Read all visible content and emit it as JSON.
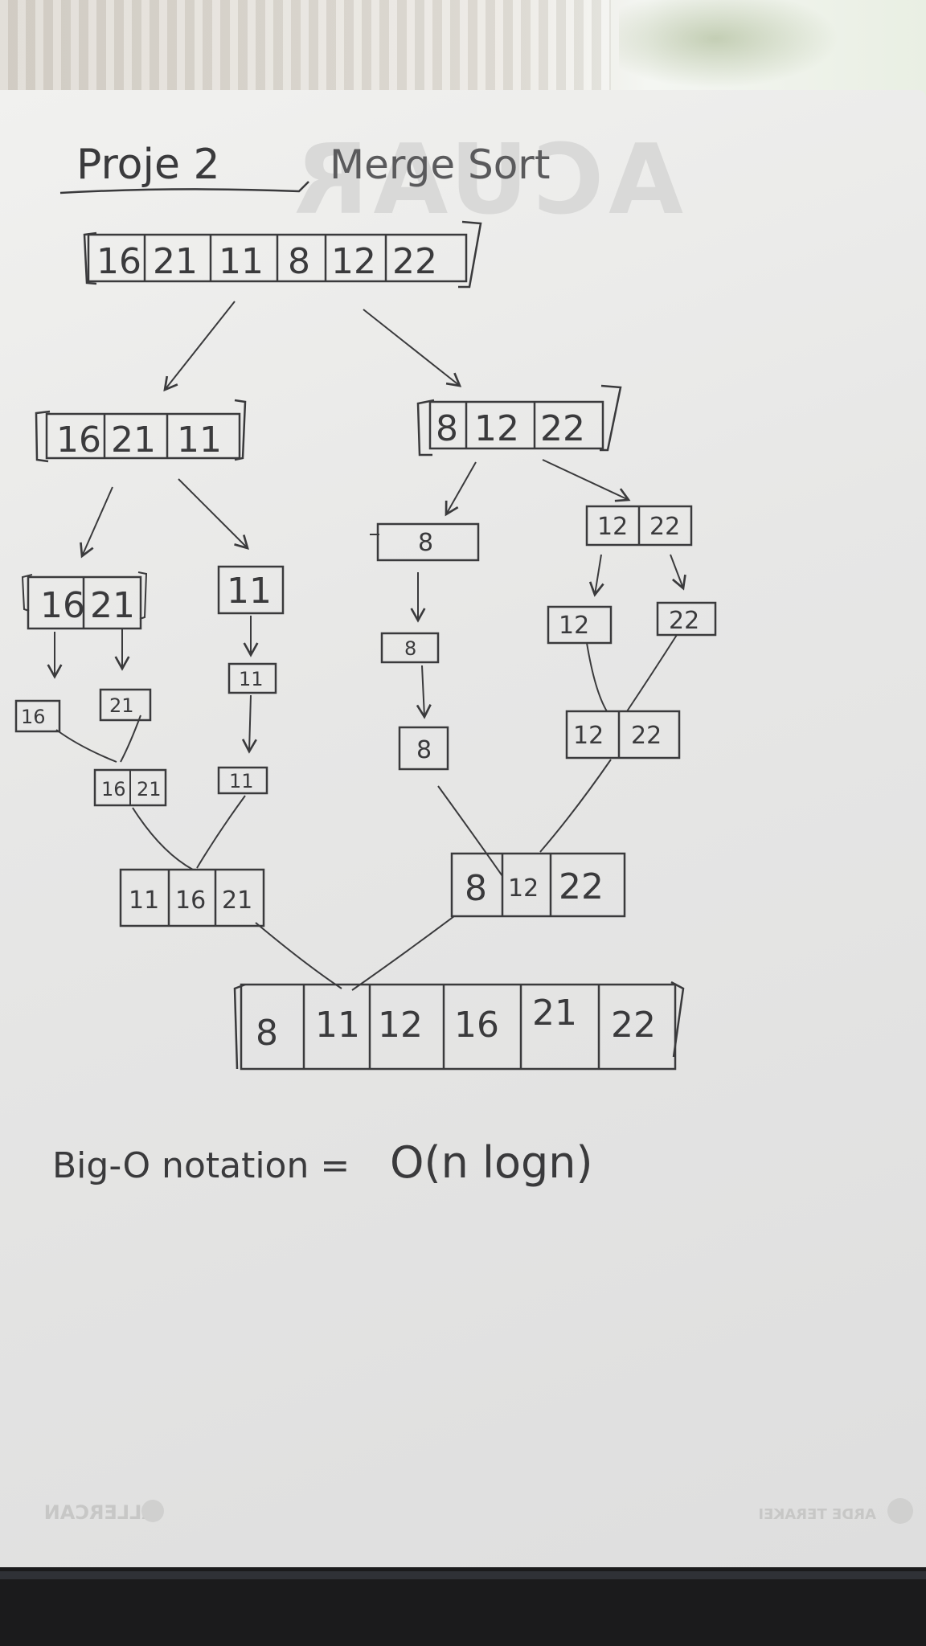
{
  "title": "Proje 2",
  "subtitle": "Merge Sort",
  "split": {
    "root": [
      "16",
      "21",
      "11",
      "8",
      "12",
      "22"
    ],
    "left": [
      "16",
      "21",
      "11"
    ],
    "right": [
      "8",
      "12",
      "22"
    ],
    "left_left": [
      "16",
      "21"
    ],
    "left_right": [
      "11"
    ],
    "right_left": [
      "8"
    ],
    "right_right": [
      "12",
      "22"
    ],
    "leaf_16": "16",
    "leaf_21": "21",
    "leaf_11": "11",
    "leaf_8": "8",
    "leaf_12": "12",
    "leaf_22": "22"
  },
  "merge": {
    "l_pair": [
      "16",
      "21"
    ],
    "l_single": "11",
    "r_single": "8",
    "r_pair": [
      "12",
      "22"
    ],
    "left": [
      "11",
      "16",
      "21"
    ],
    "right": [
      "8",
      "12",
      "22"
    ],
    "final": [
      "8",
      "11",
      "12",
      "16",
      "21",
      "22"
    ]
  },
  "big_o": {
    "label": "Big-O notation =",
    "value": "O(n logn)"
  },
  "watermarks": {
    "brand_top": "ACUAR",
    "footer_left": "ALLERCAN",
    "footer_right": "ARDE TERAKEI"
  },
  "colors": {
    "ink": "#3a3a3c",
    "paper": "#ececeb"
  }
}
